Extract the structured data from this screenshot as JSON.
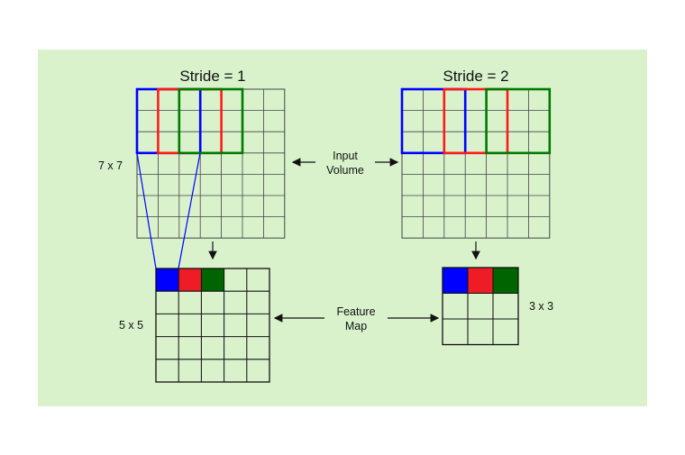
{
  "colors": {
    "background": "#d9f2cc",
    "grid_line": "#444444",
    "blue": "#0000ff",
    "red": "#ff1a1a",
    "green": "#007a00",
    "fill_blue": "#0000ff",
    "fill_red": "#ee1c25",
    "fill_green": "#006400"
  },
  "left": {
    "title": "Stride = 1",
    "input_size_label": "7 x 7",
    "output_size_label": "5 x 5",
    "input_dim": 7,
    "output_dim": 5,
    "stride": 1
  },
  "right": {
    "title": "Stride = 2",
    "output_size_label": "3 x 3",
    "input_dim": 7,
    "output_dim": 3,
    "stride": 2
  },
  "center": {
    "input_label_line1": "Input",
    "input_label_line2": "Volume",
    "feature_label_line1": "Feature",
    "feature_label_line2": "Map"
  }
}
